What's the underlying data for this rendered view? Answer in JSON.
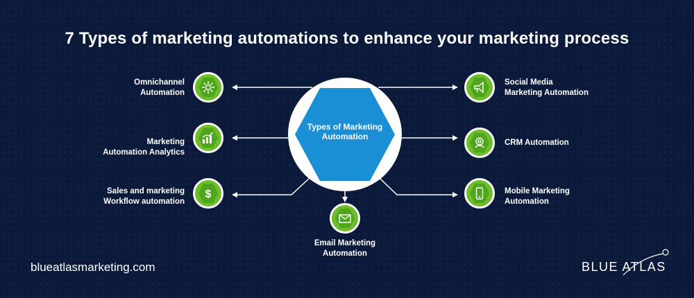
{
  "title": "7 Types of marketing automations to enhance your marketing process",
  "center": {
    "line1": "Types of Marketing",
    "line2": "Automation"
  },
  "nodes": {
    "omnichannel": {
      "line1": "Omnichannel",
      "line2": "Automation",
      "icon": "omnichannel-icon"
    },
    "analytics": {
      "line1": "Marketing",
      "line2": "Automation Analytics",
      "icon": "analytics-chart-icon"
    },
    "workflow": {
      "line1": "Sales and marketing",
      "line2": "Workflow automation",
      "icon": "dollar-icon"
    },
    "email": {
      "line1": "Email Marketing",
      "line2": "Automation",
      "icon": "envelope-icon"
    },
    "social": {
      "line1": "Social Media",
      "line2": "Marketing Automation",
      "icon": "megaphone-icon"
    },
    "crm": {
      "line1": "CRM Automation",
      "icon": "crm-gear-icon"
    },
    "mobile": {
      "line1": "Mobile Marketing",
      "line2": "Automation",
      "icon": "mobile-phone-icon"
    }
  },
  "footer": {
    "url": "blueatlasmarketing.com"
  },
  "logo": {
    "text": "BLUE ATLAS"
  },
  "colors": {
    "background": "#0b1a3a",
    "hub": "#1a8fd6",
    "node": "#6cbf2a",
    "node_inner": "#4fa51c"
  }
}
